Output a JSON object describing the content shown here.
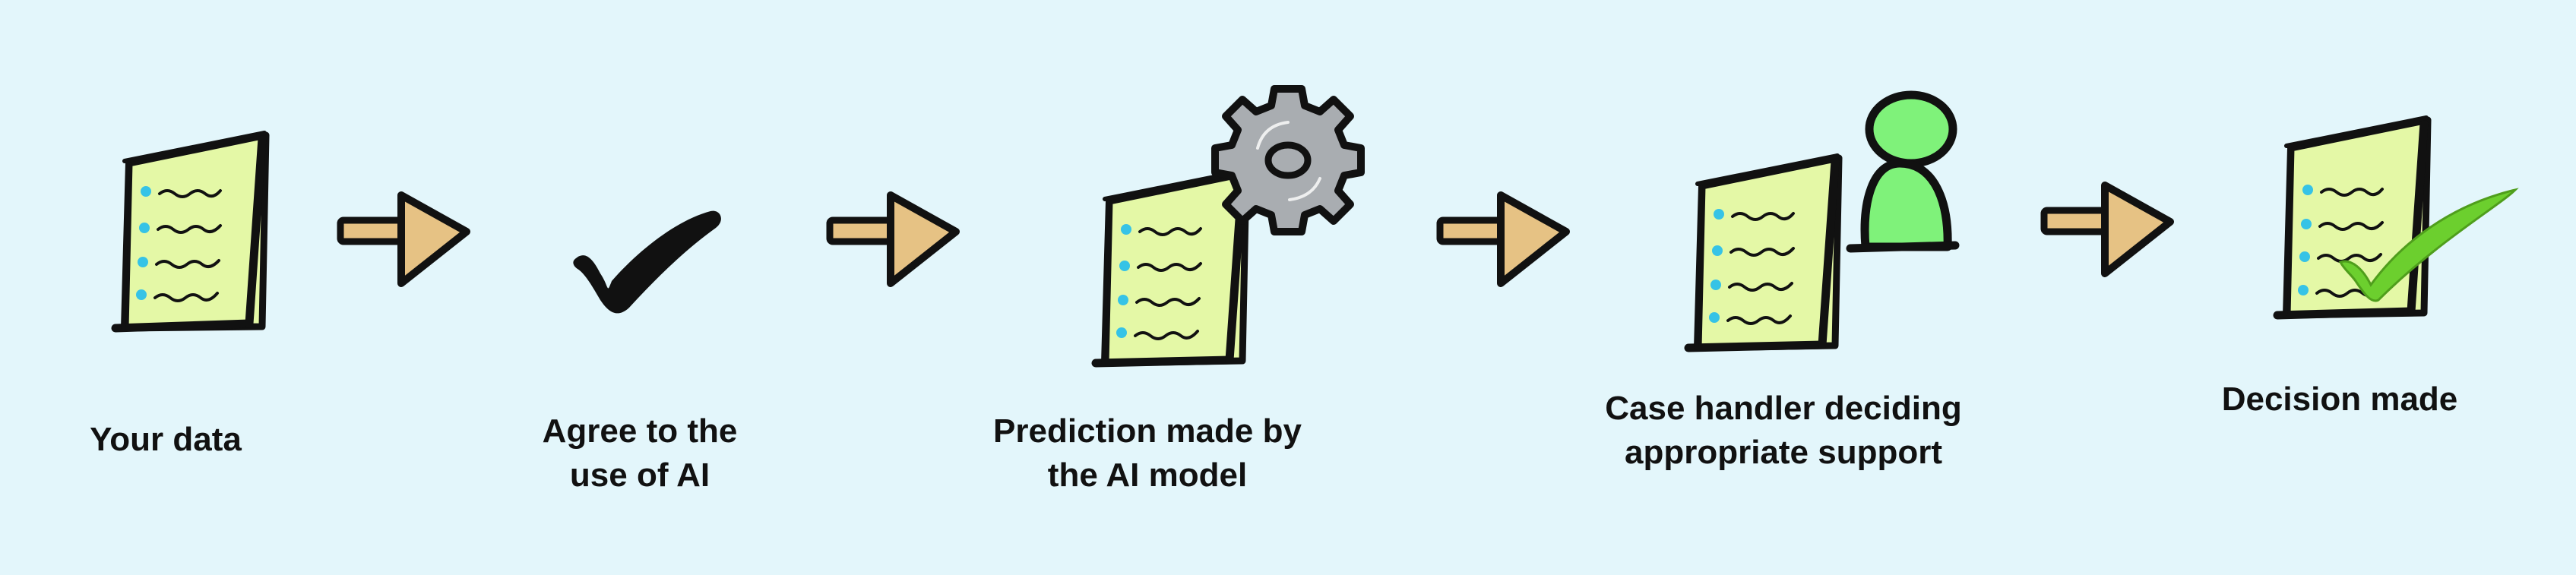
{
  "colors": {
    "background": "#e3f6fb",
    "paper": "#e4f8a6",
    "ink": "#111111",
    "bullet": "#36c3e6",
    "arrow_fill": "#e6c284",
    "gear_fill": "#a9adb1",
    "person_fill": "#7ff27a",
    "check_green": "#6ccf2e"
  },
  "steps": [
    {
      "label_lines": [
        "Your data"
      ],
      "icon": "document-icon"
    },
    {
      "label_lines": [
        "Agree to the",
        "use of AI"
      ],
      "icon": "checkmark-icon"
    },
    {
      "label_lines": [
        "Prediction made by",
        "the AI model"
      ],
      "icon": "document-gear-icon"
    },
    {
      "label_lines": [
        "Case handler deciding",
        "appropriate support"
      ],
      "icon": "document-person-icon"
    },
    {
      "label_lines": [
        "Decision made"
      ],
      "icon": "document-check-icon"
    }
  ],
  "arrows": [
    {
      "icon": "right-arrow-icon"
    },
    {
      "icon": "right-arrow-icon"
    },
    {
      "icon": "right-arrow-icon"
    },
    {
      "icon": "right-arrow-icon"
    }
  ]
}
